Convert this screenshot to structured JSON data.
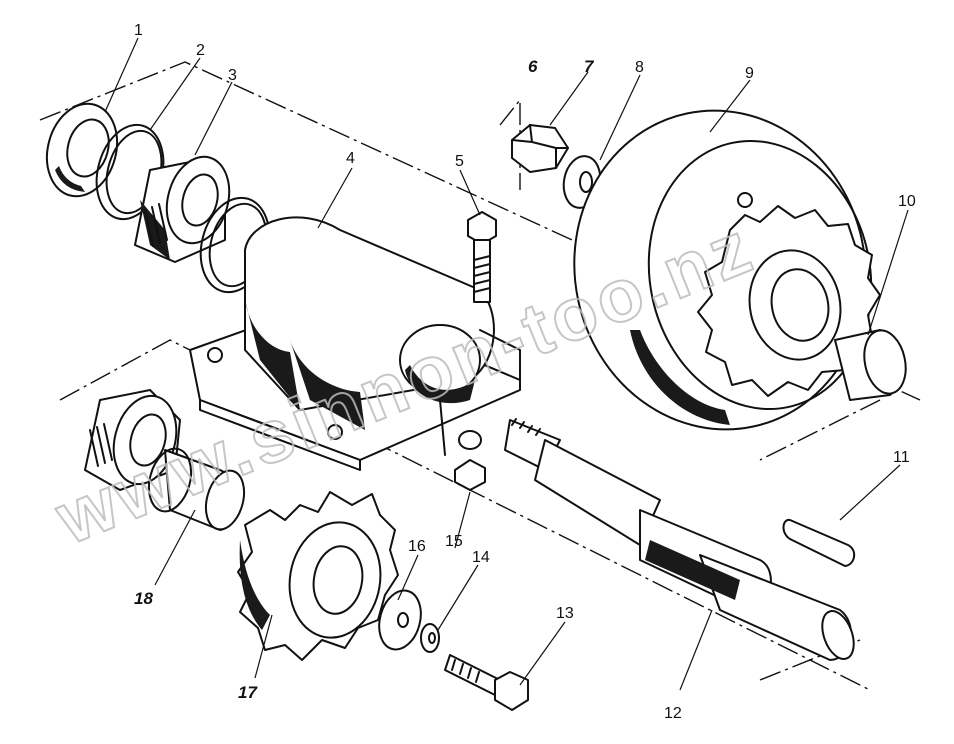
{
  "watermark": "www.sinnon-too.nz",
  "callouts": {
    "c1": "1",
    "c2": "2",
    "c3": "3",
    "c4": "4",
    "c5": "5",
    "c6": "6",
    "c7": "7",
    "c8": "8",
    "c9": "9",
    "c10": "10",
    "c11": "11",
    "c12": "12",
    "c13": "13",
    "c14": "14",
    "c15": "15",
    "c16": "16",
    "c17": "17",
    "c18": "18"
  }
}
